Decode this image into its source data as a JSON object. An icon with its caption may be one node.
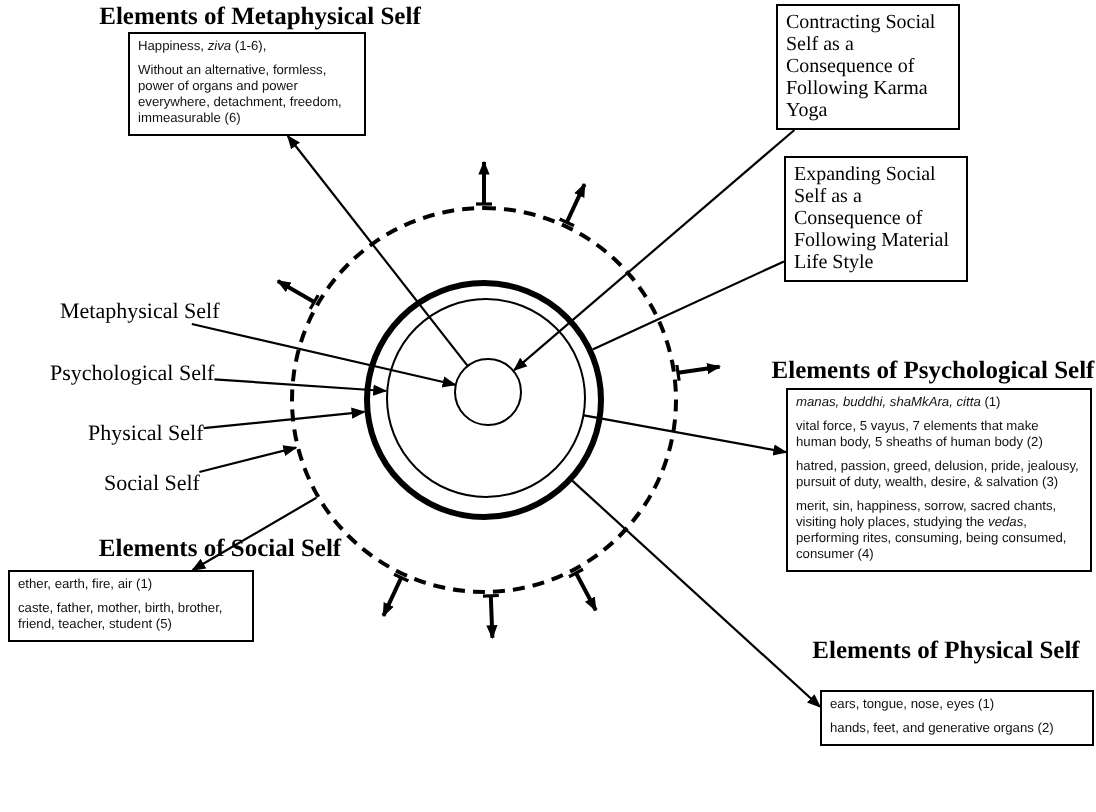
{
  "diagram": {
    "nodes": [
      {
        "text": [
          "Elements of Metaphysical Self",
          "Happiness, *ziva* (1-6),",
          "Without an alternative, formless, power of organs and power everywhere, detachment, freedom, immeasurable (6)"
        ]
      },
      {
        "text": [
          "Contracting Social Self as a Consequence of Following Karma Yoga"
        ]
      },
      {
        "text": [
          "Expanding Social Self as a Consequence of Following Material Life Style"
        ]
      },
      {
        "text": [],
        "shape": "circle"
      },
      {
        "text": [],
        "shape": "circle",
        "in": 3
      },
      {
        "text": [],
        "shape": "circle",
        "in": 4
      },
      {
        "text": [],
        "shape": "circle",
        "in": 5
      },
      {
        "text": [
          "Metaphysical Self"
        ]
      },
      {
        "text": [
          "Psychological Self"
        ]
      },
      {
        "text": [
          "Physical Self"
        ]
      },
      {
        "text": [
          "Social Self"
        ]
      },
      {
        "text": [
          "Elements of Psychological Self",
          "*manas, buddhi, shaMkAra, citta* (1)",
          "vital force, 5 vayus, 7 elements that make human body, 5 sheaths of human body (2)",
          "hatred, passion, greed, delusion, pride, jealousy, pursuit of duty, wealth, desire, & salvation (3)",
          "merit, sin, happiness, sorrow, sacred chants, visiting holy places, studying the *vedas*, performing rites, consuming, being consumed, consumer (4)"
        ]
      },
      {
        "text": [
          "Elements of Social Self",
          "ether, earth, fire, air (1)",
          "caste, father, mother, birth, brother, friend, teacher, student (5)"
        ]
      },
      {
        "text": [
          "Elements of Physical Self",
          "ears, tongue, nose, eyes (1)",
          "hands, feet, and generative organs (2)"
        ]
      }
    ],
    "edges": [
      {
        "from": 6,
        "to": 0,
        "arrow": "to"
      },
      {
        "from": 1,
        "to": 6,
        "arrow": "to"
      },
      {
        "from": 2,
        "to": 4,
        "arrow": "none"
      },
      {
        "from": 7,
        "to": 6,
        "arrow": "to"
      },
      {
        "from": 8,
        "to": 5,
        "arrow": "to"
      },
      {
        "from": 9,
        "to": 4,
        "arrow": "to"
      },
      {
        "from": 10,
        "to": 3,
        "arrow": "to"
      },
      {
        "from": 5,
        "to": 11,
        "arrow": "to"
      },
      {
        "from": 3,
        "to": 12,
        "arrow": "to"
      },
      {
        "from": 4,
        "to": 13,
        "arrow": "to"
      }
    ]
  }
}
